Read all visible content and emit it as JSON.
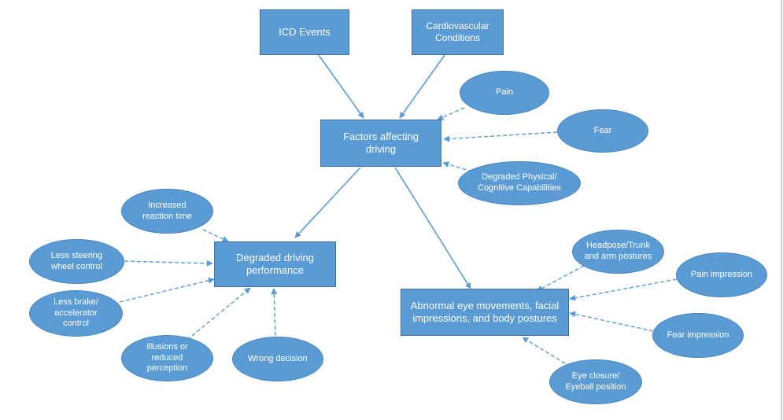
{
  "colors": {
    "node_fill": "#5b9bd5",
    "node_border": "#41719c",
    "arrow": "#5b9bd5",
    "text": "#ffffff"
  },
  "nodes": {
    "icd_events": "ICD Events",
    "cardiovascular": "Cardiovascular\nConditions",
    "factors": "Factors affecting\ndriving",
    "pain": "Pain",
    "fear": "Fear",
    "degraded_physical": "Degraded Physical/\nCognitive Capabilities",
    "degraded_driving": "Degraded driving\nperformance",
    "reaction_time": "Increased\nreaction time",
    "steering": "Less steering\nwheel control",
    "brake": "Less brake/\naccelerator\ncontrol",
    "illusions": "Illusions or\nreduced\nperception",
    "wrong_decision": "Wrong decision",
    "abnormal": "Abnormal eye movements, facial\nimpressions, and body postures",
    "headpose": "Headpose/Trunk\nand arm postures",
    "pain_impression": "Pain impression",
    "fear_impression": "Fear impression",
    "eye_closure": "Eye closure/\nEyeball position"
  }
}
